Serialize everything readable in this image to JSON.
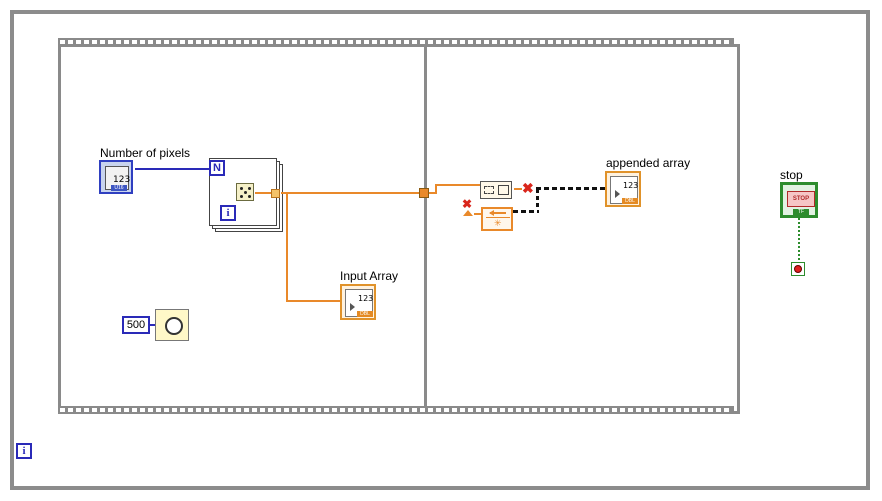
{
  "diagram": {
    "labels": {
      "number_of_pixels": "Number of pixels",
      "input_array": "Input Array",
      "appended_array": "appended array",
      "stop": "stop"
    },
    "controls": {
      "number_of_pixels_type_text": "123",
      "number_of_pixels_repr": "U16",
      "stop_button_text": "STOP",
      "stop_repr": "TF"
    },
    "indicators": {
      "input_array_type_text": "123",
      "input_array_repr": "DBL",
      "appended_array_type_text": "123",
      "appended_array_repr": "DBL"
    },
    "for_loop": {
      "count_terminal": "N",
      "iteration_terminal": "i"
    },
    "constants": {
      "wait_ms": "500"
    },
    "while_loop": {
      "iteration_terminal": "i"
    },
    "icons": [
      "dice-random-icon",
      "stopwatch-wait-icon",
      "build-array-icon",
      "stop-icon",
      "broken-wire-icon"
    ],
    "colors": {
      "numeric_blue": "#2a2ab8",
      "double_orange": "#e9892a",
      "boolean_green": "#2d8c2d",
      "frame_gray": "#8a8a8a"
    }
  }
}
